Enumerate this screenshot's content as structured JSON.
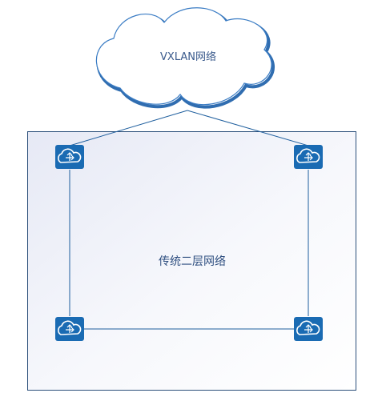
{
  "cloud": {
    "label": "VXLAN网络"
  },
  "network": {
    "label": "传统二层网络"
  },
  "colors": {
    "cloud_fill": "#ffffff",
    "cloud_outline": "#1a5ea8",
    "link": "#1f5f9e",
    "box_border": "#2b4f7a",
    "switch_fill": "#1a6bb3"
  },
  "switches": [
    {
      "name": "switch-top-left",
      "icon": "cloud-switch-icon"
    },
    {
      "name": "switch-top-right",
      "icon": "cloud-switch-icon"
    },
    {
      "name": "switch-bottom-left",
      "icon": "cloud-switch-icon"
    },
    {
      "name": "switch-bottom-right",
      "icon": "cloud-switch-icon"
    }
  ]
}
